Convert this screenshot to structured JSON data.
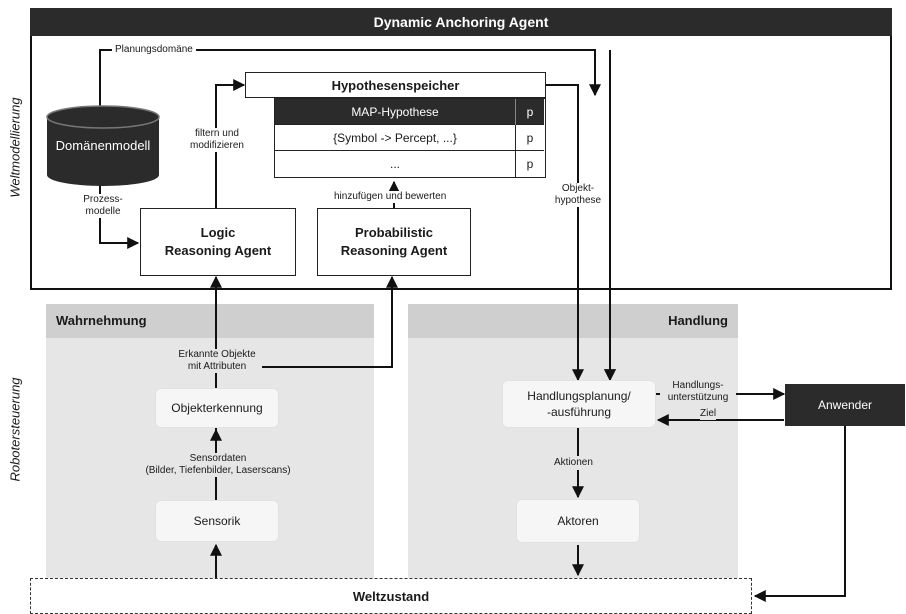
{
  "title": "Dynamic Anchoring Agent",
  "side_labels": {
    "world_modeling": "Weltmodellierung",
    "robot_control": "Robotersteuerung"
  },
  "world_model": {
    "planning_domain": "Planungsdomäne",
    "domain_model": "Domänenmodell",
    "process_models": "Prozess-\nmodelle",
    "filter_modify": "filtern und\nmodifizieren",
    "logic_agent": "Logic\nReasoning Agent",
    "prob_agent": "Probabilistic\nReasoning Agent",
    "add_evaluate": "hinzufügen und bewerten",
    "object_hypothesis": "Objekt-\nhypothese",
    "hypothesis_store": {
      "title": "Hypothesenspeicher",
      "rows": [
        {
          "label": "MAP-Hypothese",
          "p": "p"
        },
        {
          "label": "{Symbol -> Percept, ...}",
          "p": "p"
        },
        {
          "label": "...",
          "p": "p"
        }
      ]
    }
  },
  "perception": {
    "header": "Wahrnehmung",
    "recognized": "Erkannte Objekte\nmit Attributen",
    "object_recognition": "Objekterkennung",
    "sensor_data": "Sensordaten\n(Bilder, Tiefenbilder, Laserscans)",
    "sensors": "Sensorik"
  },
  "action": {
    "header": "Handlung",
    "planning": "Handlungsplanung/\n-ausführung",
    "actions": "Aktionen",
    "actuators": "Aktoren",
    "support": "Handlungs-\nunterstützung",
    "goal": "Ziel"
  },
  "user": "Anwender",
  "world_state": "Weltzustand",
  "colors": {
    "dark": "#2b2b2b",
    "panel": "#e6e6e6",
    "header": "#cfcfcf",
    "inner": "#f6f6f6"
  }
}
